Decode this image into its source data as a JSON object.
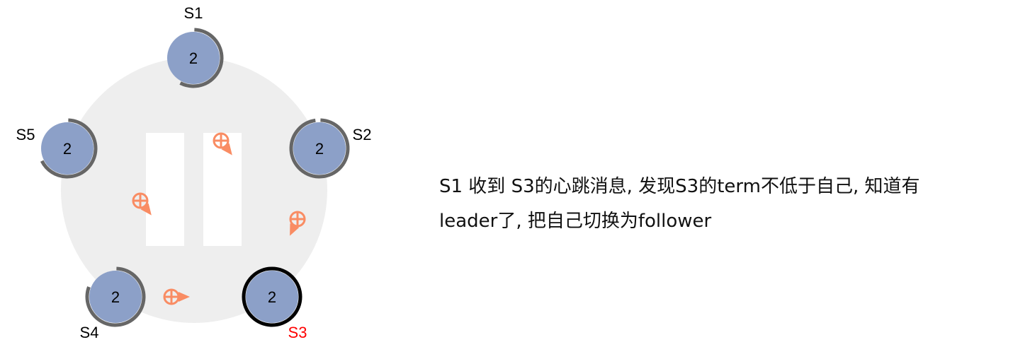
{
  "colors": {
    "node_fill": "#8ca0c8",
    "timer_arc": "#666666",
    "leader_ring": "#000000",
    "leader_label": "#ff0000",
    "message": "#f98c63",
    "cluster_bg": "#eeeeee",
    "partition": "#ffffff"
  },
  "nodes": [
    {
      "id": "S1",
      "label": "S1",
      "term": "2",
      "role": "follower",
      "timer_fraction": 0.57
    },
    {
      "id": "S2",
      "label": "S2",
      "term": "2",
      "role": "follower",
      "timer_fraction": 0.97
    },
    {
      "id": "S3",
      "label": "S3",
      "term": "2",
      "role": "leader",
      "timer_fraction": 1
    },
    {
      "id": "S4",
      "label": "S4",
      "term": "2",
      "role": "follower",
      "timer_fraction": 0.8
    },
    {
      "id": "S5",
      "label": "S5",
      "term": "2",
      "role": "follower",
      "timer_fraction": 0.67
    }
  ],
  "messages": [
    {
      "type": "heartbeat",
      "icon": "heartbeat-message-icon",
      "direction": "down-right"
    },
    {
      "type": "heartbeat",
      "icon": "heartbeat-message-icon",
      "direction": "down-right"
    },
    {
      "type": "heartbeat",
      "icon": "heartbeat-message-icon",
      "direction": "down-left"
    },
    {
      "type": "heartbeat",
      "icon": "heartbeat-message-icon",
      "direction": "right"
    }
  ],
  "caption": {
    "line1": "S1 收到 S3的心跳消息, 发现S3的term不低于自己, 知道有",
    "line2": "leader了, 把自己切换为follower"
  }
}
